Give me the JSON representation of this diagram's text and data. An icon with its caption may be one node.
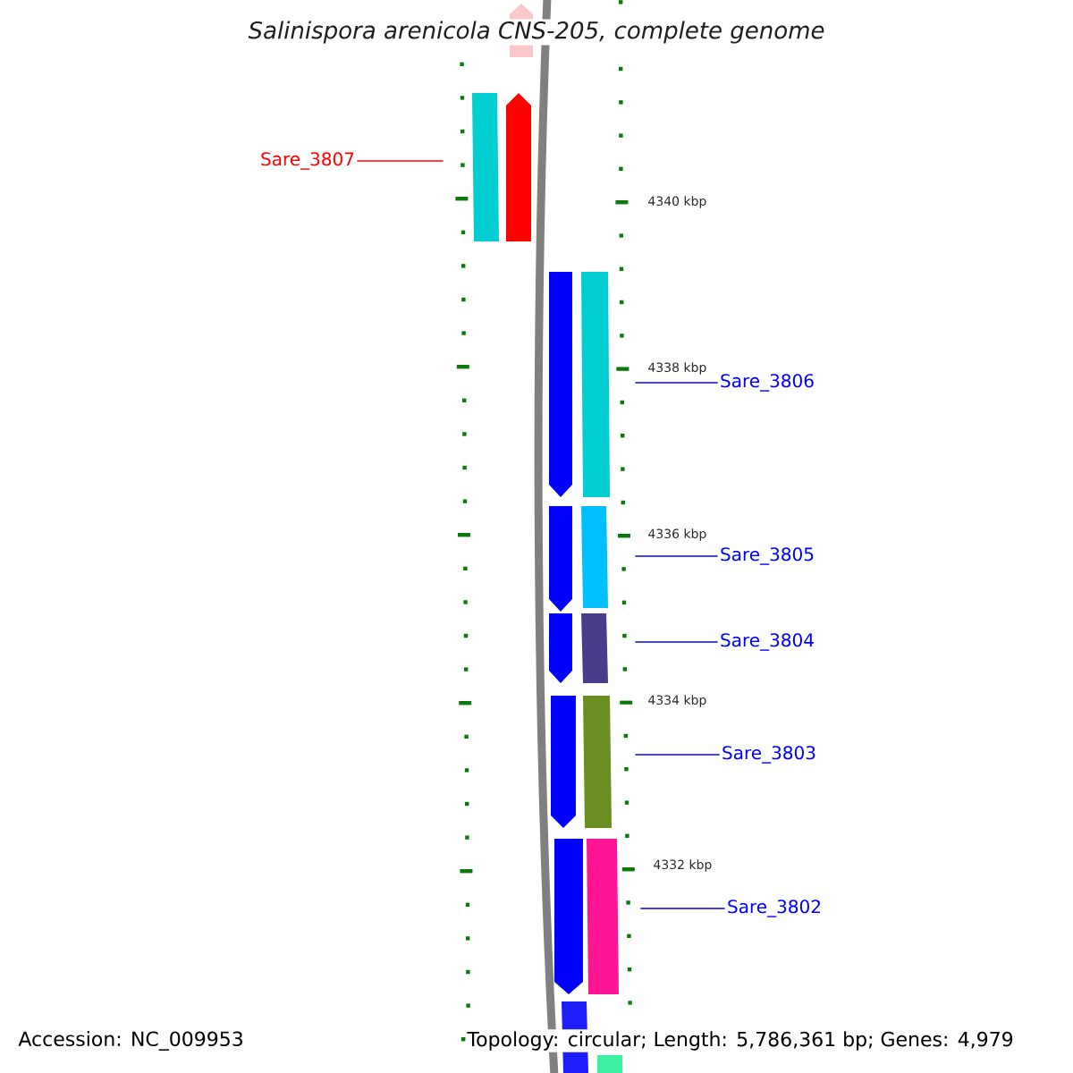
{
  "diagram": {
    "title": "Salinispora arenicola CNS-205, complete genome",
    "nodes": [
      {
        "text": [
          "Sare_3807"
        ]
      },
      {
        "text": [],
        "shape": "bar"
      },
      {
        "text": [
          "Sare_3806"
        ]
      },
      {
        "text": [],
        "shape": "bar"
      },
      {
        "text": [
          "Sare_3805"
        ]
      },
      {
        "text": [],
        "shape": "bar"
      },
      {
        "text": [
          "Sare_3804"
        ]
      },
      {
        "text": [],
        "shape": "bar"
      },
      {
        "text": [
          "Sare_3803"
        ]
      },
      {
        "text": [],
        "shape": "bar"
      },
      {
        "text": [
          "Sare_3802"
        ]
      },
      {
        "text": [],
        "shape": "bar"
      }
    ],
    "edges": [
      {
        "from": 0,
        "to": 1,
        "arrow": "none",
        "color": "#ff0000"
      },
      {
        "from": 2,
        "to": 3,
        "arrow": "none"
      },
      {
        "from": 4,
        "to": 5,
        "arrow": "none"
      },
      {
        "from": 6,
        "to": 7,
        "arrow": "none"
      },
      {
        "from": 8,
        "to": 9,
        "arrow": "none"
      },
      {
        "from": 10,
        "to": 11,
        "arrow": "none"
      }
    ],
    "labels": [
      "4340 kbp",
      "4338 kbp",
      "4336 kbp",
      "4334 kbp",
      "4332 kbp",
      "Accession: NC_009953",
      "Topology: circular; Length: 5,786,361 bp; Genes: 4,979"
    ]
  }
}
